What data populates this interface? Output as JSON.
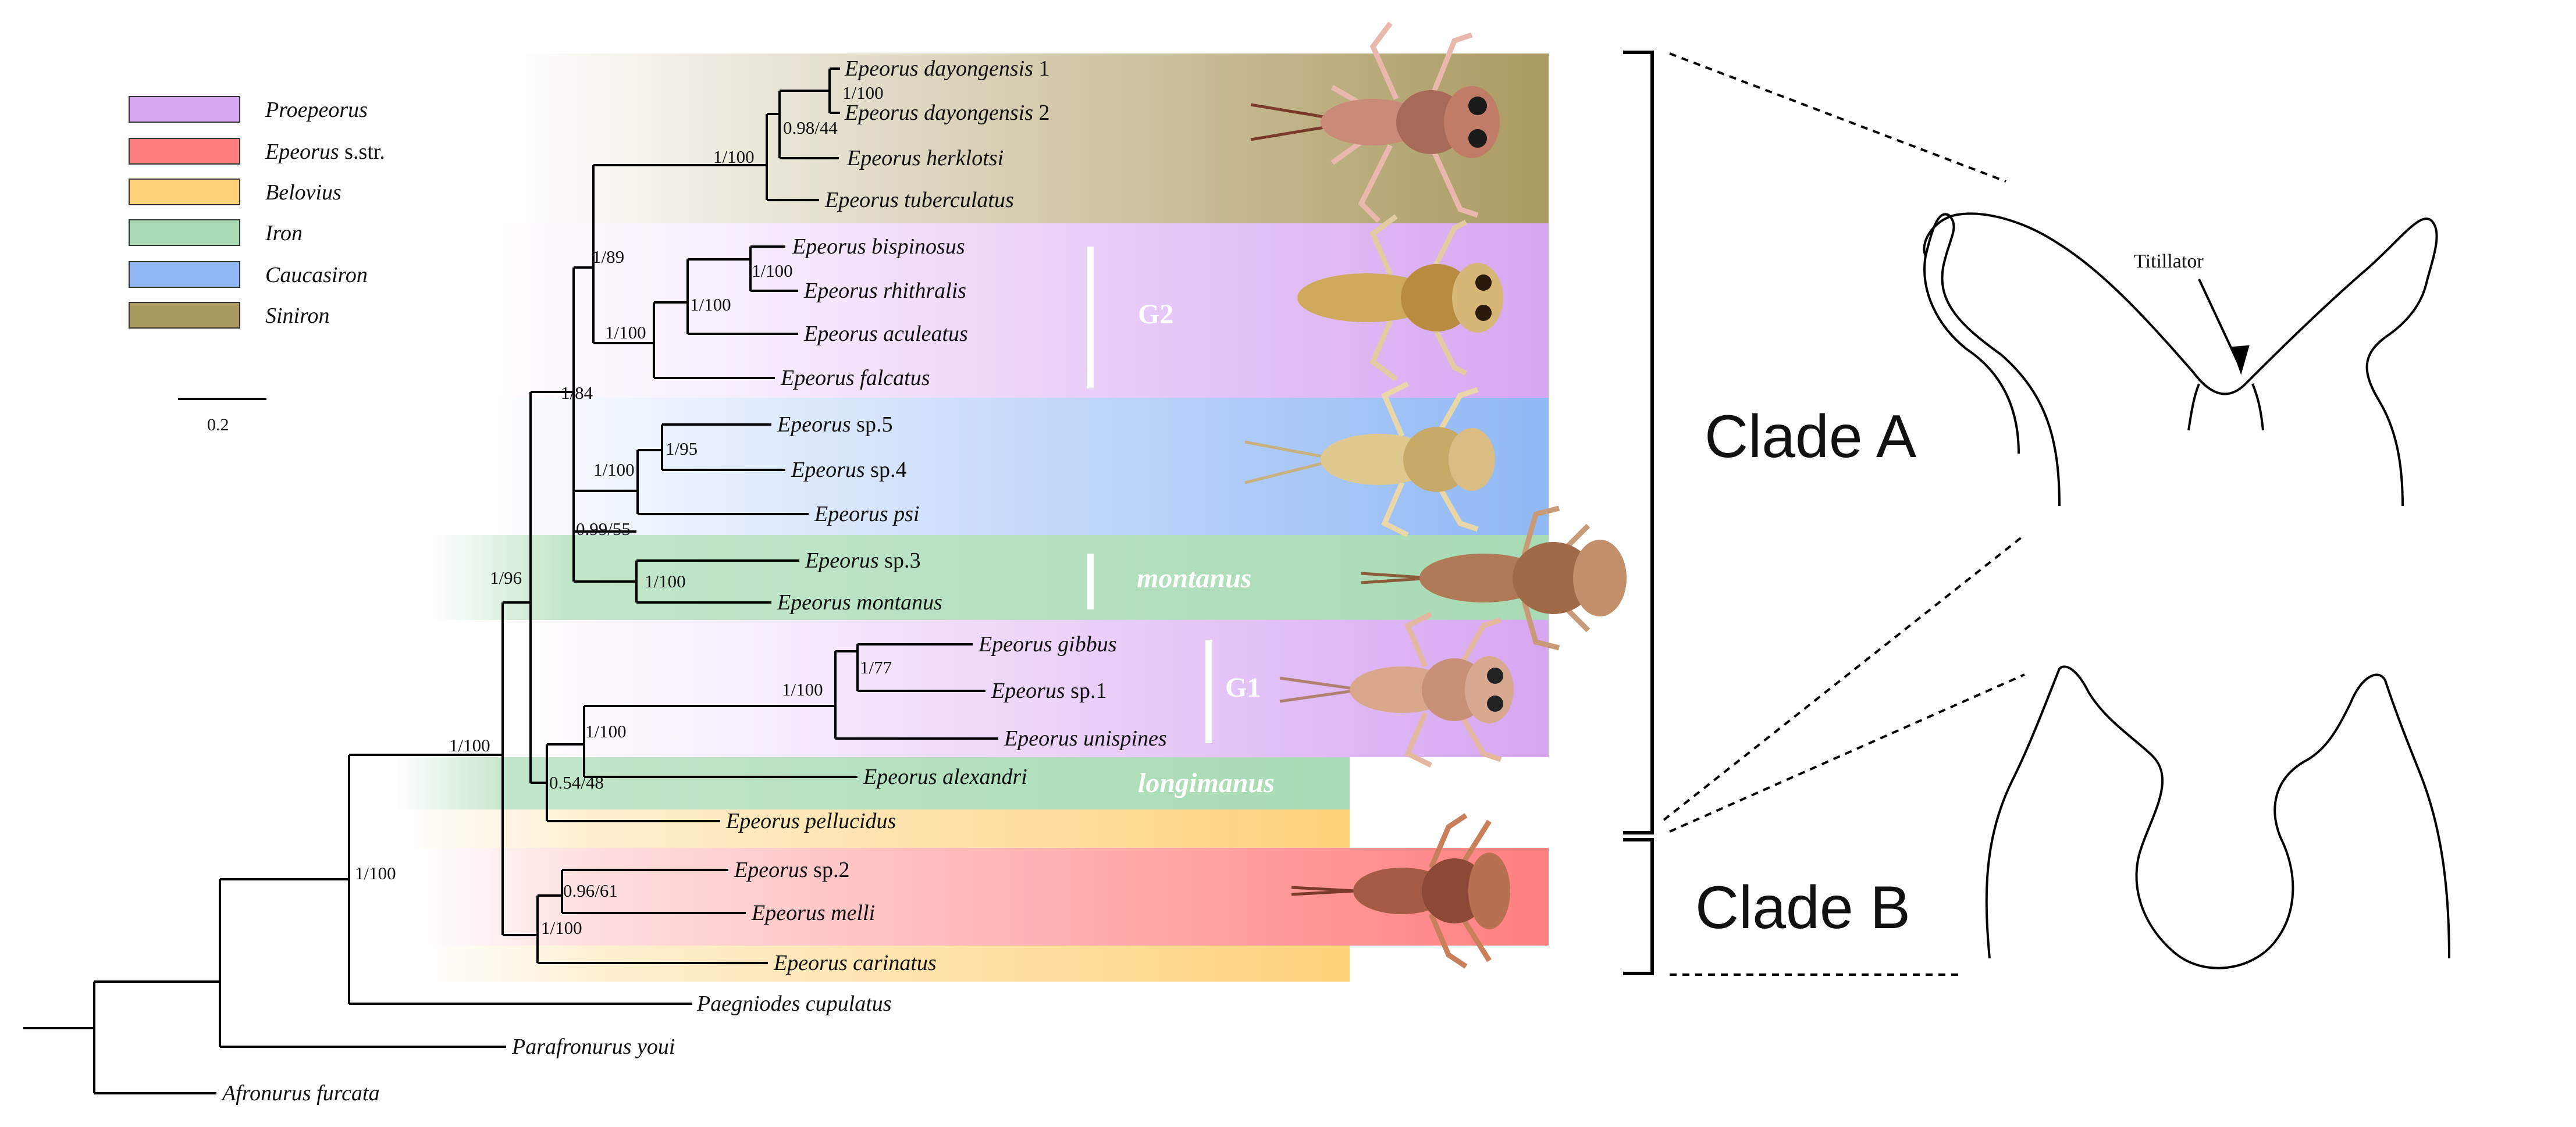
{
  "legend": [
    {
      "label": "Proepeorus",
      "color": "#d7a6f2"
    },
    {
      "label": "Epeorus",
      "suffix": " s.str.",
      "color": "#ff7f7f"
    },
    {
      "label": "Belovius",
      "color": "#ffd27a"
    },
    {
      "label": "Iron",
      "color": "#a8dbb3"
    },
    {
      "label": "Caucasiron",
      "color": "#8fb8f5"
    },
    {
      "label": "Siniron",
      "color": "#aa9a60"
    }
  ],
  "scale_bar": {
    "label": "0.2"
  },
  "taxa": {
    "dayongensis1": {
      "genus": "Epeorus",
      "epithet": "dayongensis",
      "suffix": " 1"
    },
    "dayongensis2": {
      "genus": "Epeorus",
      "epithet": "dayongensis",
      "suffix": " 2"
    },
    "herklotsi": {
      "genus": "Epeorus",
      "epithet": "herklotsi",
      "suffix": ""
    },
    "tuberculatus": {
      "genus": "Epeorus",
      "epithet": "tuberculatus",
      "suffix": ""
    },
    "bispinosus": {
      "genus": "Epeorus",
      "epithet": "bispinosus",
      "suffix": ""
    },
    "rhithralis": {
      "genus": "Epeorus",
      "epithet": "rhithralis",
      "suffix": ""
    },
    "aculeatus": {
      "genus": "Epeorus",
      "epithet": "aculeatus",
      "suffix": ""
    },
    "falcatus": {
      "genus": "Epeorus",
      "epithet": "falcatus",
      "suffix": ""
    },
    "sp5": {
      "genus": "Epeorus",
      "epithet": "",
      "suffix": " sp.5"
    },
    "sp4": {
      "genus": "Epeorus",
      "epithet": "",
      "suffix": " sp.4"
    },
    "psi": {
      "genus": "Epeorus",
      "epithet": "psi",
      "suffix": ""
    },
    "sp3": {
      "genus": "Epeorus",
      "epithet": "",
      "suffix": " sp.3"
    },
    "montanus": {
      "genus": "Epeorus",
      "epithet": "montanus",
      "suffix": ""
    },
    "gibbus": {
      "genus": "Epeorus",
      "epithet": "gibbus",
      "suffix": ""
    },
    "sp1": {
      "genus": "Epeorus",
      "epithet": "",
      "suffix": " sp.1"
    },
    "unispines": {
      "genus": "Epeorus",
      "epithet": "unispines",
      "suffix": ""
    },
    "alexandri": {
      "genus": "Epeorus",
      "epithet": "alexandri",
      "suffix": ""
    },
    "pellucidus": {
      "genus": "Epeorus",
      "epithet": "pellucidus",
      "suffix": ""
    },
    "sp2": {
      "genus": "Epeorus",
      "epithet": "",
      "suffix": " sp.2"
    },
    "melli": {
      "genus": "Epeorus",
      "epithet": "melli",
      "suffix": ""
    },
    "carinatus": {
      "genus": "Epeorus",
      "epithet": "carinatus",
      "suffix": ""
    },
    "paegniodes": {
      "genus": "Paegniodes",
      "epithet": "cupulatus",
      "suffix": ""
    },
    "parafronurus": {
      "genus": "Parafronurus",
      "epithet": "youi",
      "suffix": ""
    },
    "afronurus": {
      "genus": "Afronurus",
      "epithet": "furcata",
      "suffix": ""
    }
  },
  "supports": {
    "dayongensis": "1/100",
    "dayongensis_herklotsi": "0.98/44",
    "siniron": "1/100",
    "siniron_g2": "1/89",
    "bispinosus_rhithralis": "1/100",
    "g2_inner": "1/100",
    "g2": "1/100",
    "clade_a_core": "1/84",
    "sp5_sp4": "1/95",
    "caucasiron": "1/100",
    "caucasiron_iron": "0.99/55",
    "montanus_group": "1/100",
    "gibbus_sp1": "1/77",
    "g1": "1/100",
    "g1_alexandri": "1/100",
    "g1_pellucidus": "0.54/48",
    "clade_a": "1/96",
    "epeorus": "1/100",
    "sp2_melli": "0.96/61",
    "clade_b": "1/100",
    "paegniodes_node": "1/100"
  },
  "group_labels": {
    "g2": "G2",
    "montanus": "montanus",
    "g1": "G1",
    "longimanus": "longimanus"
  },
  "clades": {
    "a": "Clade A",
    "b": "Clade B"
  },
  "genitalia": {
    "titillator": "Titillator"
  },
  "colors": {
    "proepeorus": "#d7a6f2",
    "epeorus_sstr": "#ff7f7f",
    "belovius": "#ffd27a",
    "iron": "#a8dbb3",
    "caucasiron": "#8fb8f5",
    "siniron": "#aa9a60"
  }
}
